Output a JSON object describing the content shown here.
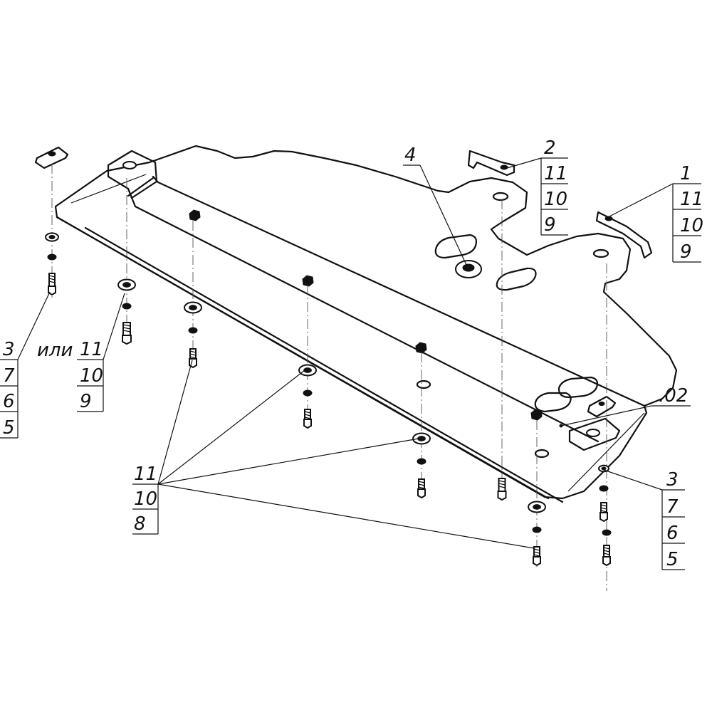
{
  "callouts": {
    "c1": [
      "1",
      "11",
      "10",
      "9"
    ],
    "c2": [
      "2",
      "11",
      "10",
      "9"
    ],
    "c4": [
      "4"
    ],
    "c02": [
      ".02"
    ],
    "c3_right": [
      "3",
      "7",
      "6",
      "5"
    ],
    "c11_bottom": [
      "11",
      "10",
      "8"
    ],
    "c3_left": [
      "3",
      "7",
      "6",
      "5"
    ],
    "c11_left": [
      "11",
      "10",
      "9"
    ],
    "ili": "или"
  }
}
